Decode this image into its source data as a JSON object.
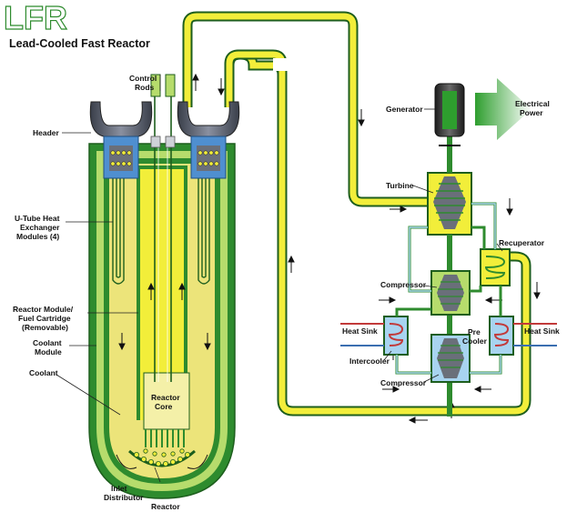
{
  "header": {
    "logo_text": "LFR",
    "title": "Lead-Cooled Fast Reactor"
  },
  "labels": {
    "control_rods": [
      "Control",
      "Rods"
    ],
    "header": "Header",
    "u_tube": [
      "U-Tube Heat",
      "Exchanger",
      "Modules (4)"
    ],
    "reactor_module": [
      "Reactor Module/",
      "Fuel Cartridge",
      "(Removable)"
    ],
    "coolant_module": [
      "Coolant",
      "Module"
    ],
    "coolant": "Coolant",
    "reactor_core": [
      "Reactor",
      "Core"
    ],
    "inlet_distributor": [
      "Inlet",
      "Distributor"
    ],
    "reactor": "Reactor",
    "generator": "Generator",
    "electrical_power": [
      "Electrical",
      "Power"
    ],
    "turbine": "Turbine",
    "recuperator": "Recuperator",
    "compressor_top": "Compressor",
    "compressor_bottom": "Compressor",
    "heat_sink_left": "Heat Sink",
    "heat_sink_right": "Heat Sink",
    "intercooler": "Intercooler",
    "precooler": [
      "Pre",
      "Cooler"
    ]
  },
  "colors": {
    "yellow": "#f2ee3a",
    "light_yellow": "#ece47a",
    "green": "#2e8b2e",
    "dark_green": "#1d5e1d",
    "light_green": "#b6dc6c",
    "blue": "#4f8fd0",
    "light_blue": "#a8d4f0",
    "gray": "#6a6f7a",
    "red": "#c23a3a"
  }
}
